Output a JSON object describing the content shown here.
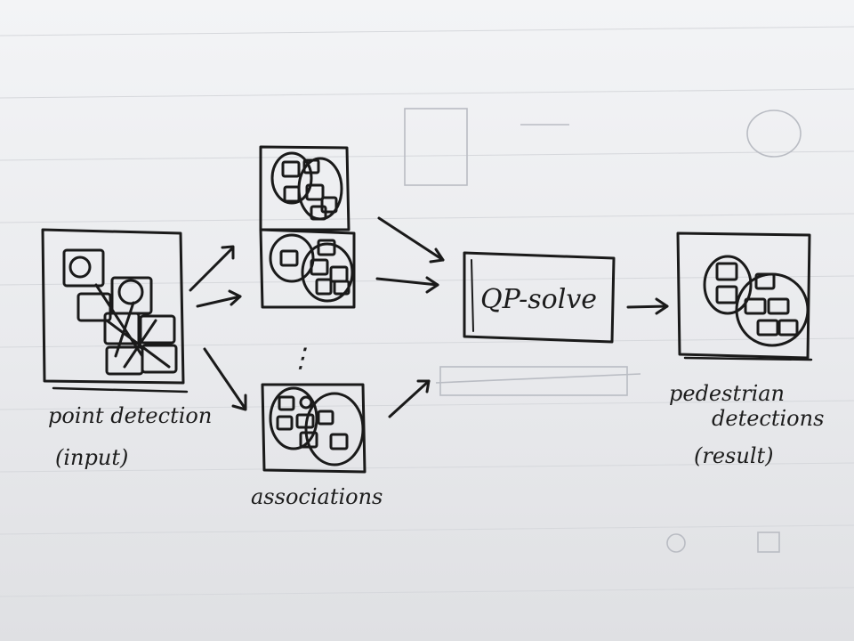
{
  "labels": {
    "input_caption_line1": "point detection",
    "input_caption_line2": "(input)",
    "associations_caption": "associations",
    "solver_label": "QP-solve",
    "result_caption_line1": "pedestrian",
    "result_caption_line2": "detections",
    "result_caption_line3": "(result)",
    "ellipsis": "⋮"
  },
  "colors": {
    "ink": "#1a1a1a",
    "paper": "#eceef0",
    "ghost_lines": "#b9bcc3"
  }
}
